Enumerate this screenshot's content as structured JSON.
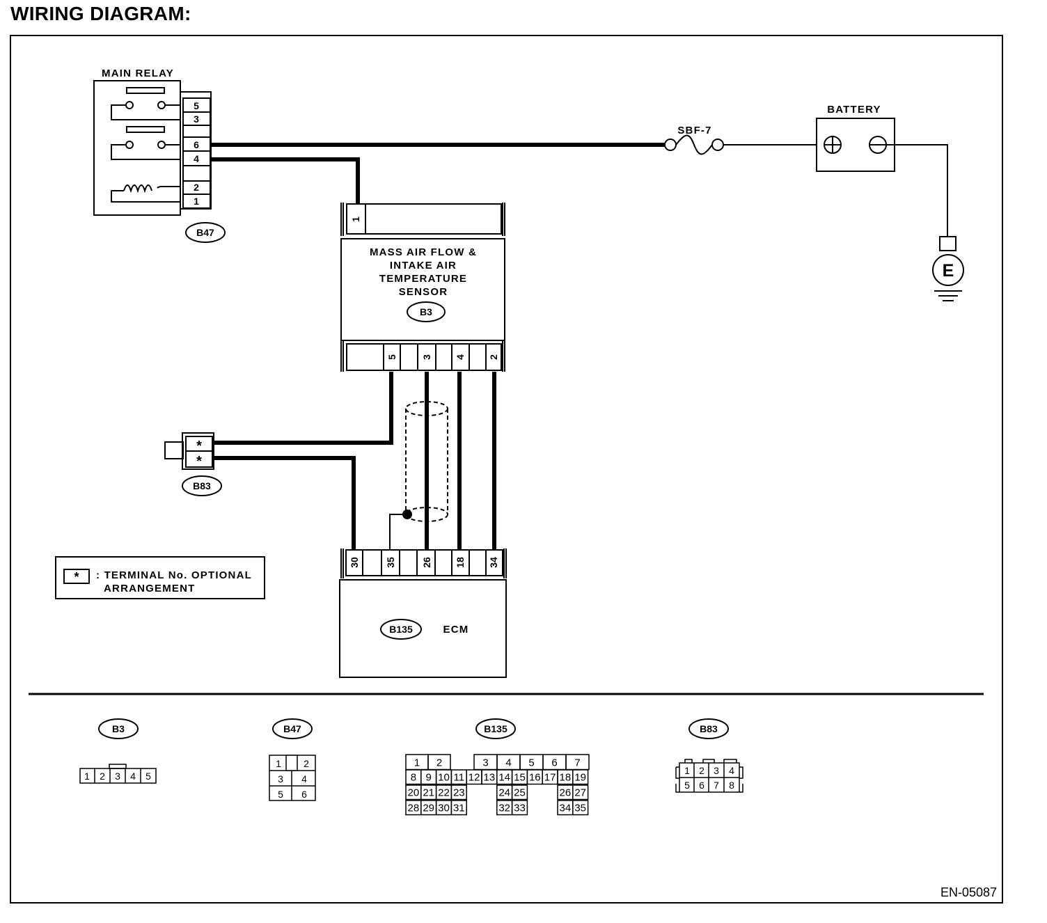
{
  "heading": "WIRING DIAGRAM:",
  "main_relay": {
    "label": "MAIN RELAY",
    "pins": [
      "5",
      "3",
      "6",
      "4",
      "2",
      "1"
    ],
    "connector": "B47"
  },
  "fuse": {
    "label": "SBF-7"
  },
  "battery": {
    "label": "BATTERY",
    "ground": "E"
  },
  "sensor": {
    "lines": [
      "MASS AIR FLOW &",
      "INTAKE AIR",
      "TEMPERATURE",
      "SENSOR"
    ],
    "connector": "B3",
    "top_pin": "1",
    "bottom_pins": [
      "5",
      "3",
      "4",
      "2"
    ]
  },
  "b83": {
    "connector": "B83",
    "pins": [
      "*",
      "*"
    ]
  },
  "ecm": {
    "label": "ECM",
    "connector": "B135",
    "pins": [
      "30",
      "35",
      "26",
      "18",
      "34"
    ]
  },
  "legend": {
    "symbol": "*",
    "line1": ": TERMINAL No. OPTIONAL",
    "line2": "ARRANGEMENT"
  },
  "connector_views": {
    "b3": {
      "tag": "B3",
      "pins": [
        "1",
        "2",
        "3",
        "4",
        "5"
      ]
    },
    "b47": {
      "tag": "B47",
      "rows": [
        [
          "1",
          "2"
        ],
        [
          "3",
          "4"
        ],
        [
          "5",
          "6"
        ]
      ]
    },
    "b135": {
      "tag": "B135",
      "row1": [
        "1",
        "2",
        "3",
        "4",
        "5",
        "6",
        "7"
      ],
      "row2": [
        "8",
        "9",
        "10",
        "11",
        "12",
        "13",
        "14",
        "15",
        "16",
        "17",
        "18",
        "19"
      ],
      "row3": [
        "20",
        "21",
        "22",
        "23",
        "24",
        "25",
        "26",
        "27"
      ],
      "row4": [
        "28",
        "29",
        "30",
        "31",
        "32",
        "33",
        "34",
        "35"
      ]
    },
    "b83": {
      "tag": "B83",
      "row1": [
        "1",
        "2",
        "3",
        "4"
      ],
      "row2": [
        "5",
        "6",
        "7",
        "8"
      ]
    }
  },
  "doc_code": "EN-05087"
}
